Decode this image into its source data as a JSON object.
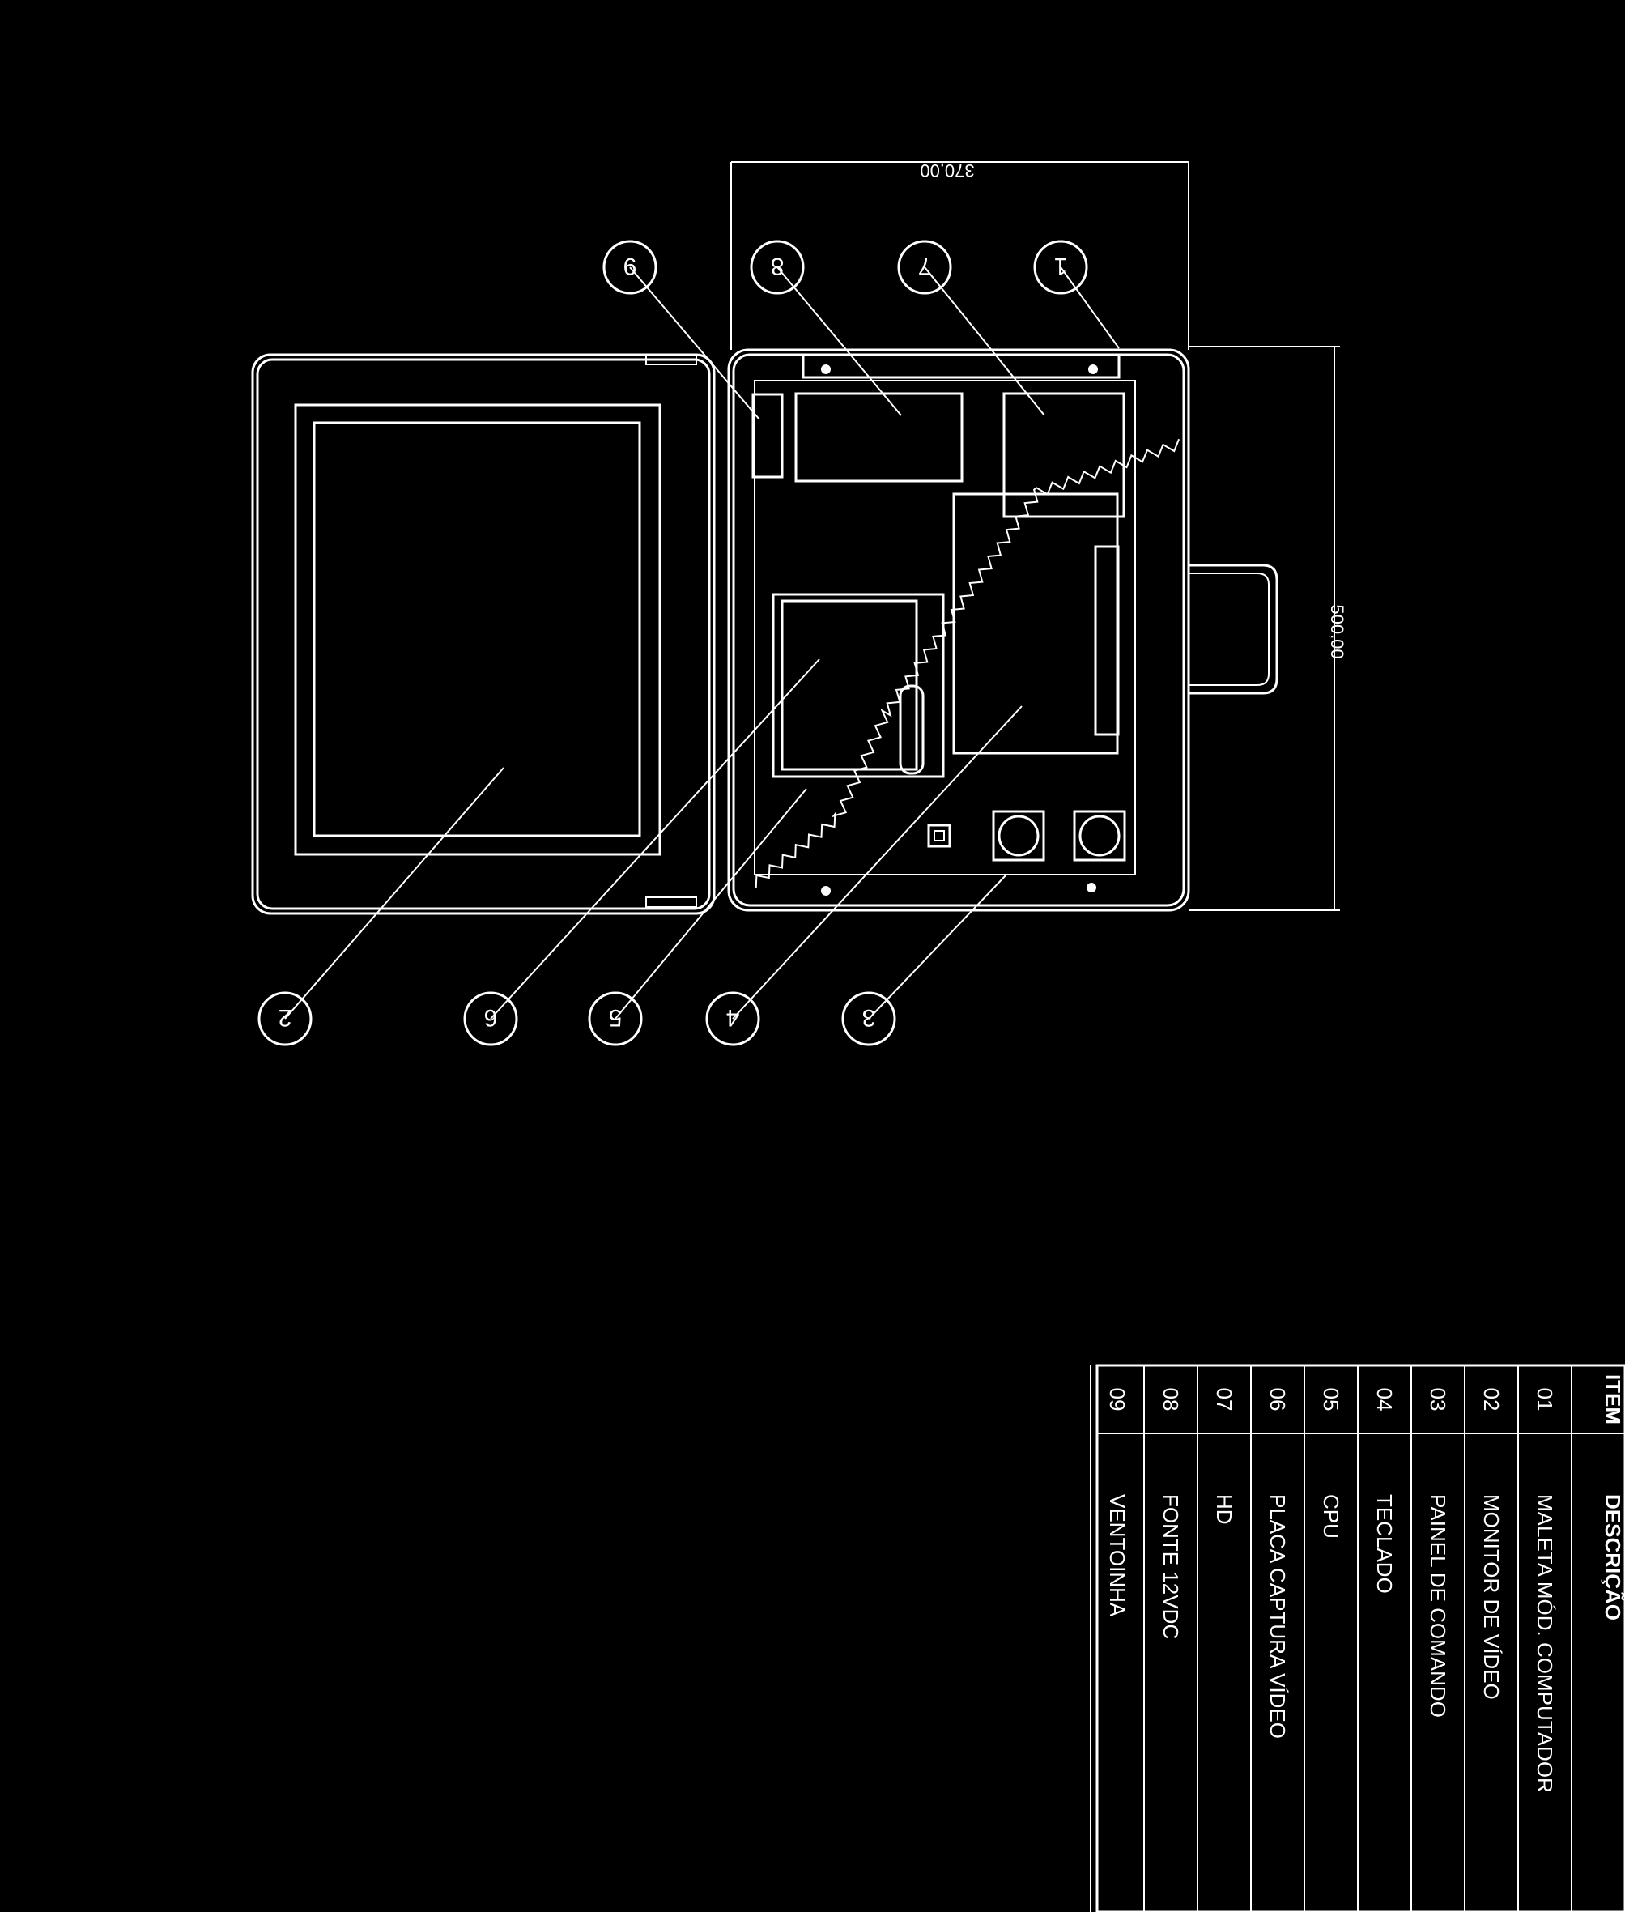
{
  "dimensions": {
    "width_label": "370,00",
    "height_label": "500,00"
  },
  "callouts": [
    "1",
    "2",
    "3",
    "4",
    "5",
    "6",
    "7",
    "8",
    "9"
  ],
  "parts_table": {
    "header": {
      "item": "ITEM",
      "description": "DESCRIÇÃO"
    },
    "rows": [
      {
        "item": "01",
        "description": "MALETA MÓD. COMPUTADOR"
      },
      {
        "item": "02",
        "description": "MONITOR DE VÍDEO"
      },
      {
        "item": "03",
        "description": "PAINEL DE COMANDO"
      },
      {
        "item": "04",
        "description": "TECLADO"
      },
      {
        "item": "05",
        "description": "CPU"
      },
      {
        "item": "06",
        "description": "PLACA CAPTURA VÍDEO"
      },
      {
        "item": "07",
        "description": "HD"
      },
      {
        "item": "08",
        "description": "FONTE 12VDC"
      },
      {
        "item": "09",
        "description": "VENTOINHA"
      }
    ]
  }
}
